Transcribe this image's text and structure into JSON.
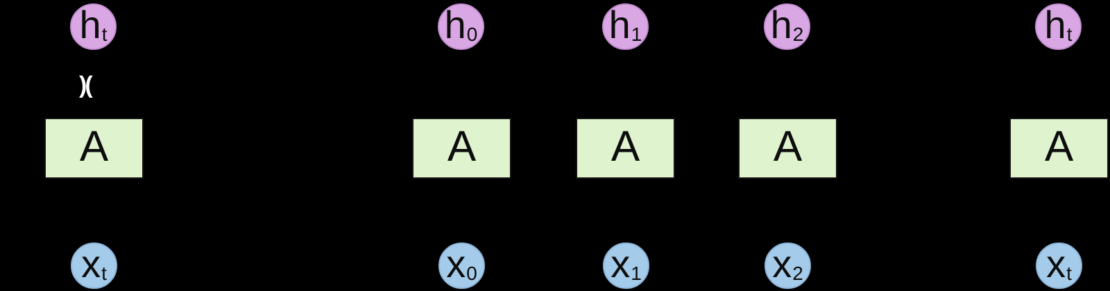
{
  "colors": {
    "bg": "#000000",
    "hidden_fill": "#d9a7e3",
    "hidden_border": "#c58fd3",
    "block_fill": "#dff3cf",
    "block_border": "#151515",
    "input_fill": "#a4cbe9",
    "input_border": "#8db6db",
    "ink": "#0d0d0d",
    "mark": "#ffffff"
  },
  "rolled": {
    "hidden_label": "h",
    "hidden_sub": "t",
    "block_label": "A",
    "input_label": "x",
    "input_sub": "t",
    "loop_mark": ")("
  },
  "unrolled": {
    "units": [
      {
        "hidden_label": "h",
        "hidden_sub": "0",
        "block_label": "A",
        "input_label": "x",
        "input_sub": "0"
      },
      {
        "hidden_label": "h",
        "hidden_sub": "1",
        "block_label": "A",
        "input_label": "x",
        "input_sub": "1"
      },
      {
        "hidden_label": "h",
        "hidden_sub": "2",
        "block_label": "A",
        "input_label": "x",
        "input_sub": "2"
      },
      {
        "hidden_label": "h",
        "hidden_sub": "t",
        "block_label": "A",
        "input_label": "x",
        "input_sub": "t"
      }
    ]
  }
}
